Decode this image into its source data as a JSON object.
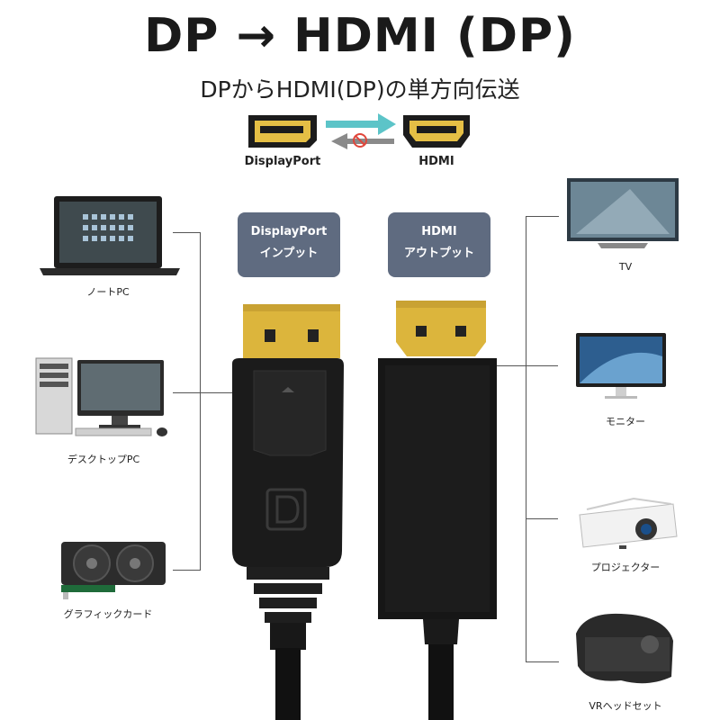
{
  "header": {
    "title": "DP → HDMI (DP)",
    "subtitle": "DPからHDMI(DP)の単方向伝送"
  },
  "direction": {
    "source_label": "DisplayPort",
    "target_label": "HDMI"
  },
  "cable": {
    "dp_badge": {
      "line1": "DisplayPort",
      "line2": "インプット"
    },
    "hdmi_badge": {
      "line1": "HDMI",
      "line2": "アウトプット"
    }
  },
  "sources": [
    {
      "label": "ノートPC",
      "icon": "laptop-icon"
    },
    {
      "label": "デスクトップPC",
      "icon": "desktop-pc-icon"
    },
    {
      "label": "グラフィックカード",
      "icon": "graphics-card-icon"
    }
  ],
  "targets": [
    {
      "label": "TV",
      "icon": "tv-icon"
    },
    {
      "label": "モニター",
      "icon": "monitor-icon"
    },
    {
      "label": "プロジェクター",
      "icon": "projector-icon"
    },
    {
      "label": "VRヘッドセット",
      "icon": "vr-headset-icon"
    }
  ],
  "colors": {
    "badge": "#5f6b80",
    "connector_gold": "#e0b93a",
    "cable_black": "#141414",
    "arrow_teal": "#5cc4c8",
    "arrow_gray": "#8a8a8a",
    "cross_red": "#e0463b"
  }
}
